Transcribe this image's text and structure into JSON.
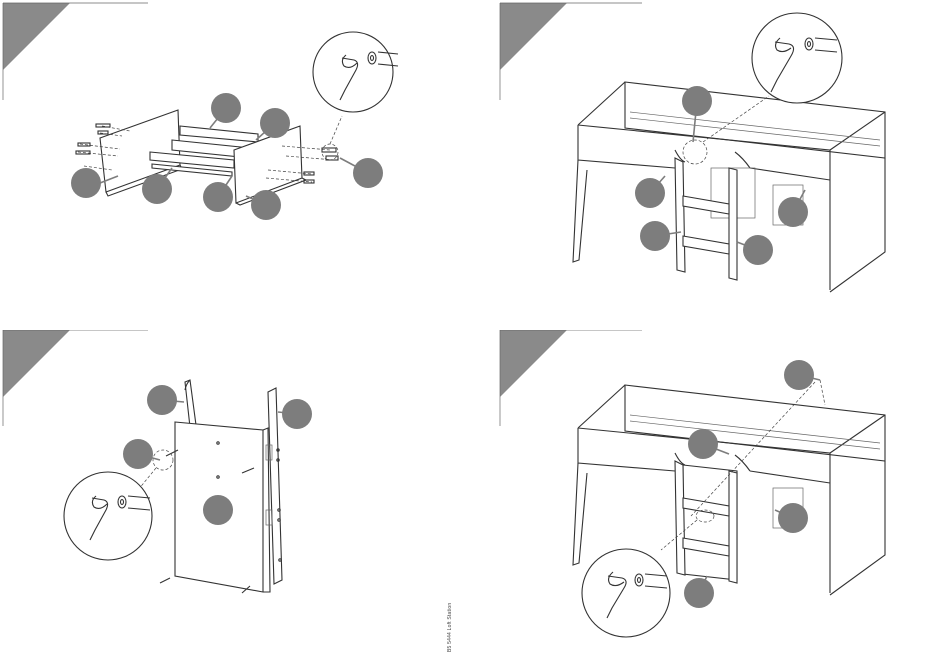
{
  "document": {
    "side_text": "B5 5444 Loft Station"
  },
  "panels": [
    {
      "id": "step-1",
      "label": "",
      "content": "Frame assembly with end panels, rails and bolts"
    },
    {
      "id": "step-2",
      "label": "",
      "content": "Loft bed with ladder attached"
    },
    {
      "id": "step-3",
      "label": "",
      "content": "Ladder rails fixed to front panel"
    },
    {
      "id": "step-4",
      "label": "",
      "content": "Loft bed with ladder and front panel fitted"
    }
  ],
  "icons": {
    "callout": "callout-marker",
    "allen-key": "allen-key-icon",
    "washer": "washer-icon"
  },
  "colors": {
    "callout": "#7d7d7d",
    "corner_marker": "#8a8a8a",
    "line": "#333333"
  }
}
